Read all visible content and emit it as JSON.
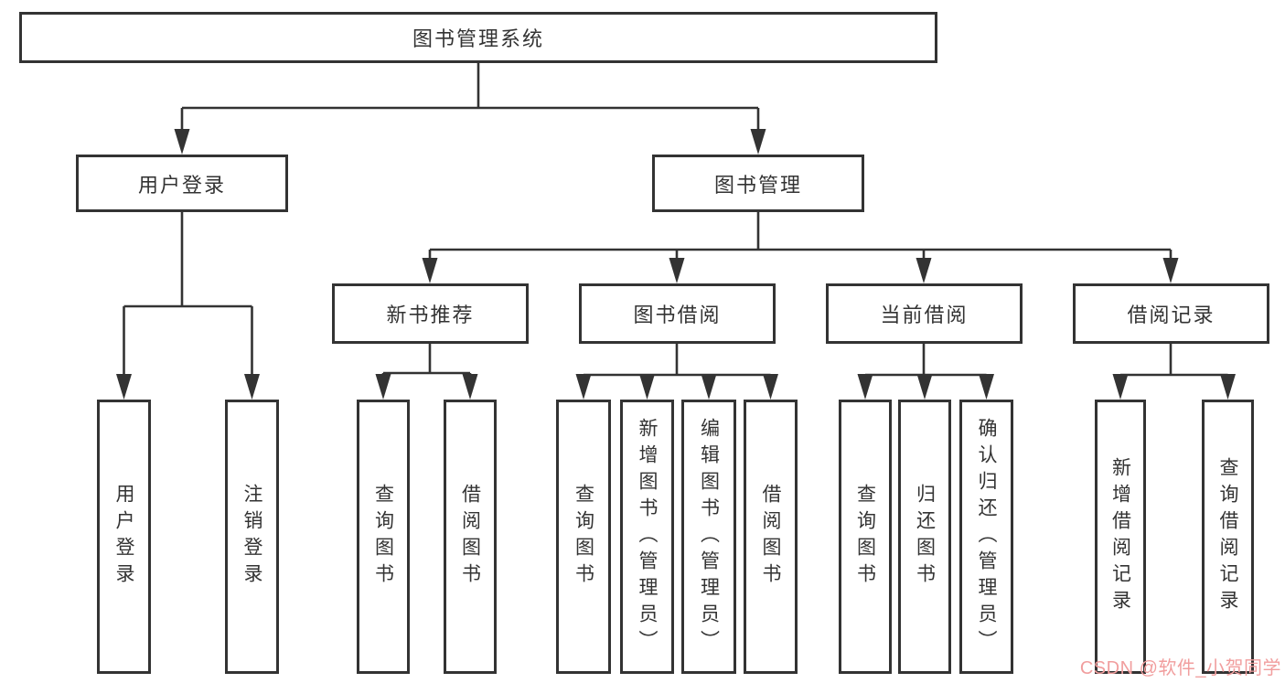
{
  "diagram": {
    "root": {
      "label": "图书管理系统"
    },
    "branches": [
      {
        "label": "用户登录",
        "children": [
          {
            "label": "用户登录"
          },
          {
            "label": "注销登录"
          }
        ]
      },
      {
        "label": "图书管理",
        "children": [
          {
            "label": "新书推荐",
            "children": [
              {
                "label": "查询图书"
              },
              {
                "label": "借阅图书"
              }
            ]
          },
          {
            "label": "图书借阅",
            "children": [
              {
                "label": "查询图书"
              },
              {
                "label": "新增图书（管理员）"
              },
              {
                "label": "编辑图书（管理员）"
              },
              {
                "label": "借阅图书"
              }
            ]
          },
          {
            "label": "当前借阅",
            "children": [
              {
                "label": "查询图书"
              },
              {
                "label": "归还图书"
              },
              {
                "label": "确认归还（管理员）"
              }
            ]
          },
          {
            "label": "借阅记录",
            "children": [
              {
                "label": "新增借阅记录"
              },
              {
                "label": "查询借阅记录"
              }
            ]
          }
        ]
      }
    ]
  },
  "watermark": {
    "text": "CSDN @软件_小贺同学",
    "color": "#f19e9e"
  },
  "colors": {
    "line": "#333333",
    "text": "#333333",
    "background": "#ffffff"
  }
}
